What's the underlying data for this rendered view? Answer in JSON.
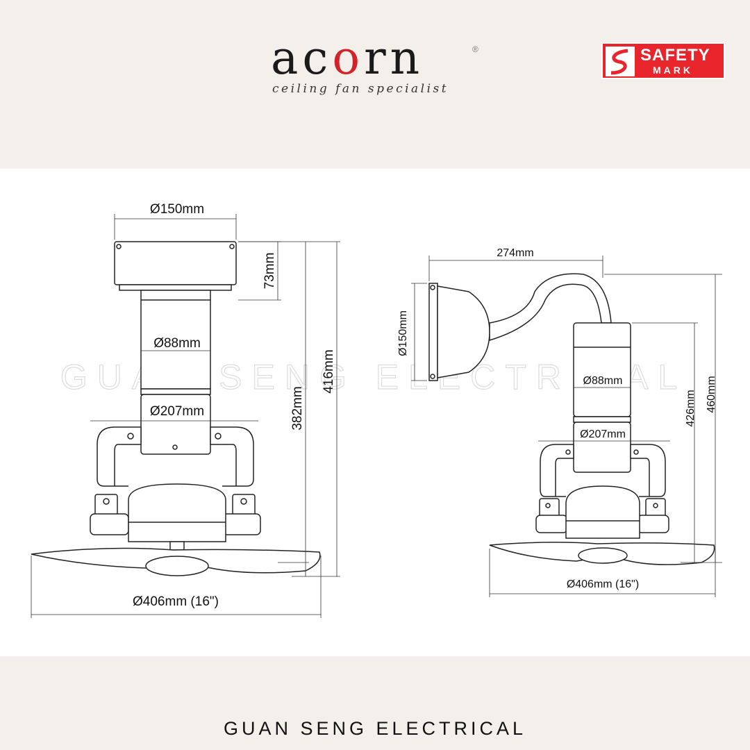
{
  "brand": {
    "name_pre": "ac",
    "name_o": "o",
    "name_post": "rn",
    "registered": "®",
    "tagline": "ceiling fan specialist"
  },
  "certification": {
    "line1": "SAFETY",
    "line2": "MARK",
    "color": "#e8252b"
  },
  "watermark": "GUAN SENG ELECTRICAL",
  "ceiling_view": {
    "canopy_diameter": "Ø150mm",
    "canopy_height": "73mm",
    "downrod_diameter": "Ø88mm",
    "motor_diameter": "Ø207mm",
    "height_to_blade": "382mm",
    "total_height": "416mm",
    "blade_span": "Ø406mm (16\")"
  },
  "wall_view": {
    "arm_reach": "274mm",
    "plate_diameter": "Ø150mm",
    "downrod_diameter": "Ø88mm",
    "motor_diameter": "Ø207mm",
    "height_to_blade": "426mm",
    "total_height": "460mm",
    "blade_span": "Ø406mm (16\")"
  },
  "footer": "GUAN SENG ELECTRICAL"
}
